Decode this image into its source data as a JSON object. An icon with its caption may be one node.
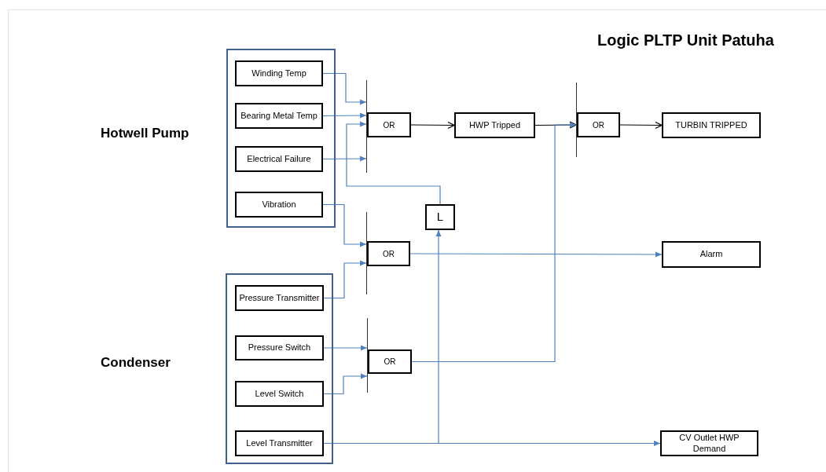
{
  "diagram": {
    "title": "Logic PLTP Unit Patuha",
    "nodes": [
      {
        "text": [],
        "shape": "box"
      },
      {
        "text": [
          "Winding Temp"
        ],
        "in": 0
      },
      {
        "text": [
          "Bearing Metal Temp"
        ],
        "in": 0
      },
      {
        "text": [
          "Electrical Failure"
        ],
        "in": 0
      },
      {
        "text": [
          "Vibration"
        ],
        "in": 0
      },
      {
        "text": [
          "OR"
        ]
      },
      {
        "text": [
          "HWP Tripped"
        ]
      },
      {
        "text": [
          "OR"
        ]
      },
      {
        "text": [
          "TURBIN TRIPPED"
        ]
      },
      {
        "text": [
          "L"
        ]
      },
      {
        "text": [
          "OR"
        ]
      },
      {
        "text": [
          "Alarm"
        ]
      },
      {
        "text": [],
        "shape": "box"
      },
      {
        "text": [
          "Pressure Transmitter"
        ],
        "in": 12
      },
      {
        "text": [
          "Pressure Switch"
        ],
        "in": 12
      },
      {
        "text": [
          "Level Switch"
        ],
        "in": 12
      },
      {
        "text": [
          "Level Transmitter"
        ],
        "in": 12
      },
      {
        "text": [
          "OR"
        ]
      },
      {
        "text": [
          "CV Outlet HWP Demand"
        ]
      }
    ],
    "edges": [
      {
        "from": 1,
        "to": 5,
        "arrow": "to"
      },
      {
        "from": 2,
        "to": 5,
        "arrow": "to"
      },
      {
        "from": 3,
        "to": 5,
        "arrow": "to"
      },
      {
        "from": 9,
        "to": 5,
        "arrow": "to"
      },
      {
        "from": 5,
        "to": 6,
        "arrow": "to",
        "color": "#000000"
      },
      {
        "from": 6,
        "to": 7,
        "arrow": "to",
        "color": "#000000"
      },
      {
        "from": 17,
        "to": 7,
        "arrow": "to"
      },
      {
        "from": 7,
        "to": 8,
        "arrow": "to",
        "color": "#000000"
      },
      {
        "from": 4,
        "to": 10,
        "arrow": "to"
      },
      {
        "from": 13,
        "to": 10,
        "arrow": "to"
      },
      {
        "from": 10,
        "to": 11,
        "arrow": "to"
      },
      {
        "from": 14,
        "to": 17,
        "arrow": "to"
      },
      {
        "from": 15,
        "to": 17,
        "arrow": "to"
      },
      {
        "from": 16,
        "to": 18,
        "arrow": "to"
      },
      {
        "from": 16,
        "to": 9,
        "arrow": "to"
      }
    ],
    "labels": [
      "Hotwell Pump",
      "Condenser"
    ]
  }
}
